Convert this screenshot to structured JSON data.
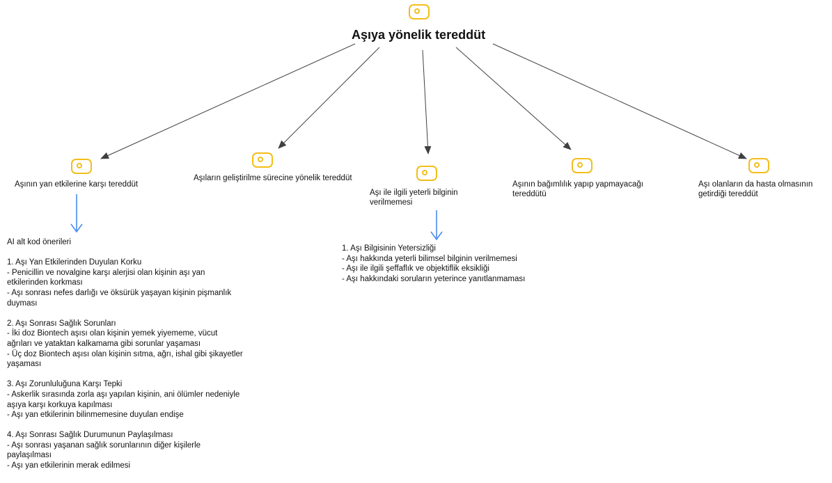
{
  "root": {
    "title": "Aşıya yönelik tereddüt",
    "icon": "code-tag-icon"
  },
  "children": [
    {
      "id": "side-effects",
      "label": "Aşının yan etkilerine karşı tereddüt",
      "icon": "code-tag-icon"
    },
    {
      "id": "development",
      "label": "Aşıların geliştirilme sürecine yönelik tereddüt",
      "icon": "code-tag-icon"
    },
    {
      "id": "information",
      "label": "Aşı ile ilgili yeterli bilginin verilmemesi",
      "icon": "code-tag-icon"
    },
    {
      "id": "addiction",
      "label": "Aşının bağımlılık yapıp yapmayacağı tereddütü",
      "icon": "code-tag-icon"
    },
    {
      "id": "still-sick",
      "label": "Aşı olanların da hasta olmasının getirdiği tereddüt",
      "icon": "code-tag-icon"
    }
  ],
  "notes": {
    "side_effects": "AI alt kod önerileri\n\n1. Aşı Yan Etkilerinden Duyulan Korku\n- Penicillin ve novalgine karşı alerjisi olan kişinin aşı yan etkilerinden korkması\n- Aşı sonrası nefes darlığı ve öksürük yaşayan kişinin pişmanlık duyması\n\n2. Aşı Sonrası Sağlık Sorunları\n- İki doz Biontech aşısı olan kişinin yemek yiyememe, vücut ağrıları ve yataktan kalkamama gibi sorunlar yaşaması\n- Üç doz Biontech aşısı olan kişinin sıtma, ağrı, ishal gibi şikayetler yaşaması\n\n3. Aşı Zorunluluğuna Karşı Tepki\n- Askerlik sırasında zorla aşı yapılan kişinin, ani ölümler nedeniyle aşıya karşı korkuya kapılması\n- Aşı yan etkilerinin bilinmemesine duyulan endişe\n\n4. Aşı Sonrası Sağlık Durumunun Paylaşılması\n- Aşı sonrası yaşanan sağlık sorunlarının diğer kişilerle paylaşılması\n- Aşı yan etkilerinin merak edilmesi",
    "information": "1. Aşı Bilgisinin Yetersizliği\n- Aşı hakkında yeterli bilimsel bilginin verilmemesi\n- Aşı ile ilgili şeffaflık ve objektiflik eksikliği\n- Aşı hakkındaki soruların yeterince yanıtlanmaması"
  },
  "colors": {
    "icon": "#f2be1a",
    "edge": "#404040",
    "note_arrow": "#4a8cf0",
    "text": "#111111"
  }
}
